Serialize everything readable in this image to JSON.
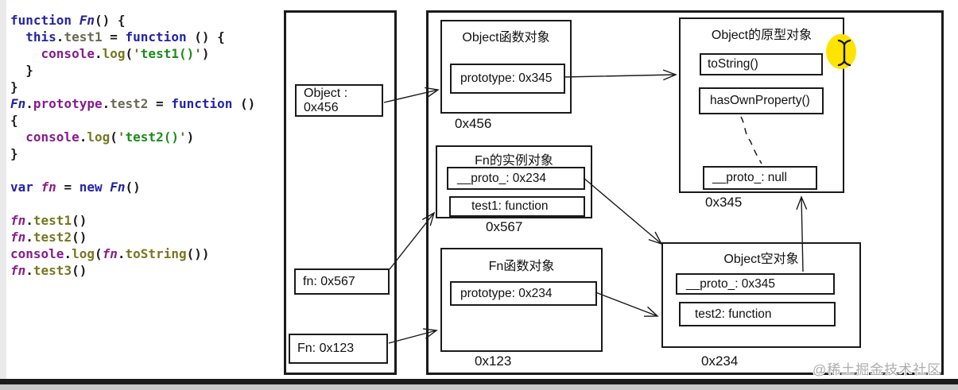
{
  "code": {
    "lines": [
      [
        {
          "t": "function",
          "c": "kw"
        },
        {
          "t": " ",
          "c": "pl"
        },
        {
          "t": "Fn",
          "c": "cls"
        },
        {
          "t": "() {",
          "c": "pl"
        }
      ],
      [
        {
          "t": "  ",
          "c": "pl"
        },
        {
          "t": "this",
          "c": "kw"
        },
        {
          "t": ".",
          "c": "pl"
        },
        {
          "t": "test1",
          "c": "prop"
        },
        {
          "t": " = ",
          "c": "pl"
        },
        {
          "t": "function",
          "c": "kw"
        },
        {
          "t": " () {",
          "c": "pl"
        }
      ],
      [
        {
          "t": "    ",
          "c": "pl"
        },
        {
          "t": "console",
          "c": "obj"
        },
        {
          "t": ".",
          "c": "pl"
        },
        {
          "t": "log",
          "c": "meth"
        },
        {
          "t": "(",
          "c": "pl"
        },
        {
          "t": "'",
          "c": "q"
        },
        {
          "t": "test1()",
          "c": "str"
        },
        {
          "t": "'",
          "c": "q"
        },
        {
          "t": ")",
          "c": "pl"
        }
      ],
      [
        {
          "t": "  }",
          "c": "pl"
        }
      ],
      [
        {
          "t": "}",
          "c": "pl"
        }
      ],
      [
        {
          "t": "Fn",
          "c": "cls"
        },
        {
          "t": ".",
          "c": "pl"
        },
        {
          "t": "prototype",
          "c": "obj"
        },
        {
          "t": ".",
          "c": "pl"
        },
        {
          "t": "test2",
          "c": "prop"
        },
        {
          "t": " = ",
          "c": "pl"
        },
        {
          "t": "function",
          "c": "kw"
        },
        {
          "t": " ()",
          "c": "pl"
        }
      ],
      [
        {
          "t": "{",
          "c": "pl"
        }
      ],
      [
        {
          "t": "  ",
          "c": "pl"
        },
        {
          "t": "console",
          "c": "obj"
        },
        {
          "t": ".",
          "c": "pl"
        },
        {
          "t": "log",
          "c": "meth"
        },
        {
          "t": "(",
          "c": "pl"
        },
        {
          "t": "'",
          "c": "q"
        },
        {
          "t": "test2()",
          "c": "str"
        },
        {
          "t": "'",
          "c": "q"
        },
        {
          "t": ")",
          "c": "pl"
        }
      ],
      [
        {
          "t": "}",
          "c": "pl"
        }
      ],
      [],
      [
        {
          "t": "var",
          "c": "kw"
        },
        {
          "t": " ",
          "c": "pl"
        },
        {
          "t": "fn",
          "c": "varr"
        },
        {
          "t": " = ",
          "c": "pl"
        },
        {
          "t": "new",
          "c": "kw"
        },
        {
          "t": " ",
          "c": "pl"
        },
        {
          "t": "Fn",
          "c": "cls"
        },
        {
          "t": "()",
          "c": "pl"
        }
      ],
      [],
      [
        {
          "t": "fn",
          "c": "varr"
        },
        {
          "t": ".",
          "c": "pl"
        },
        {
          "t": "test1",
          "c": "meth"
        },
        {
          "t": "()",
          "c": "pl"
        }
      ],
      [
        {
          "t": "fn",
          "c": "varr"
        },
        {
          "t": ".",
          "c": "pl"
        },
        {
          "t": "test2",
          "c": "meth"
        },
        {
          "t": "()",
          "c": "pl"
        }
      ],
      [
        {
          "t": "console",
          "c": "obj"
        },
        {
          "t": ".",
          "c": "pl"
        },
        {
          "t": "log",
          "c": "meth"
        },
        {
          "t": "(",
          "c": "pl"
        },
        {
          "t": "fn",
          "c": "varr"
        },
        {
          "t": ".",
          "c": "pl"
        },
        {
          "t": "toString",
          "c": "meth"
        },
        {
          "t": "())",
          "c": "pl"
        }
      ],
      [
        {
          "t": "fn",
          "c": "varr"
        },
        {
          "t": ".",
          "c": "pl"
        },
        {
          "t": "test3",
          "c": "meth"
        },
        {
          "t": "()",
          "c": "pl"
        }
      ]
    ]
  },
  "stack": {
    "items": [
      {
        "label": "Object : 0x456"
      },
      {
        "label": "fn: 0x567"
      },
      {
        "label": "Fn: 0x123"
      }
    ]
  },
  "diagram": {
    "boxes": [
      {
        "title": "Object函数对象",
        "slots": [
          "prototype: 0x345"
        ],
        "address": "0x456"
      },
      {
        "title": "Fn的实例对象",
        "slots": [
          "__proto_: 0x234",
          "test1: function"
        ],
        "address": "0x567"
      },
      {
        "title": "Fn函数对象",
        "slots": [
          "prototype: 0x234"
        ],
        "address": "0x123"
      },
      {
        "title": "Object的原型对象",
        "slots": [
          "toString()",
          "hasOwnProperty()",
          "__proto_: null"
        ],
        "address": "0x345"
      },
      {
        "title": "Object空对象",
        "slots": [
          "__proto_: 0x345",
          "test2: function"
        ],
        "address": "0x234"
      }
    ]
  },
  "watermark": "@稀土掘金技术社区",
  "colors": {
    "keyword": "#2323a8",
    "class_name": "#24249b",
    "variable": "#8a1f8a",
    "object": "#861b8e",
    "method": "#77771f",
    "property": "#696955",
    "string": "#1a8c1a",
    "line": "#1a1a1a",
    "highlight": "#ffe400"
  }
}
